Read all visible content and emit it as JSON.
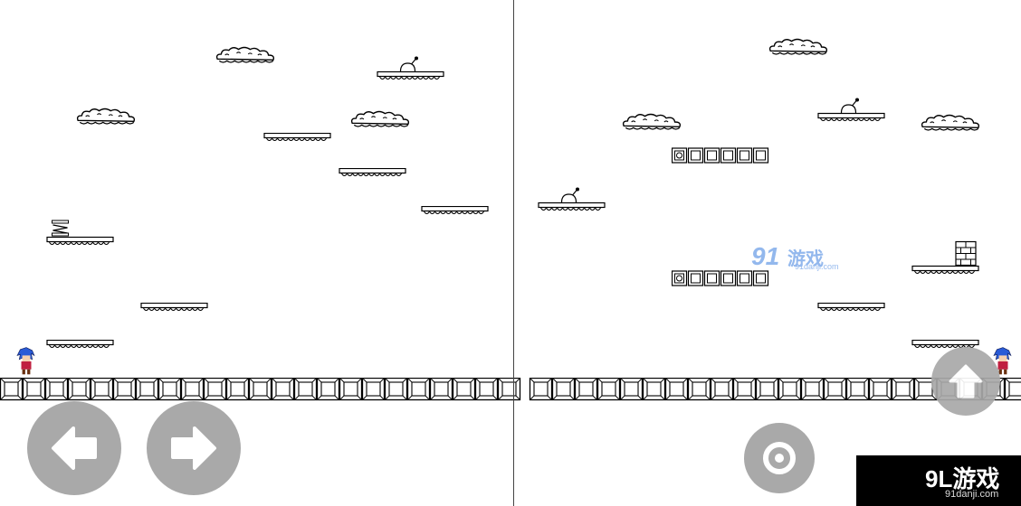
{
  "watermark": {
    "logo": "91",
    "name": "游戏",
    "url": "91danji.com"
  },
  "corner_watermark": {
    "logo": "9L游戏",
    "url": "91danji.com"
  },
  "controls": {
    "left_icon": "arrow-left-icon",
    "right_icon": "arrow-right-icon",
    "action_icon": "ring-target-icon",
    "jump_icon": "arrow-up-icon"
  },
  "colors": {
    "control_bg": "#a9a9a9",
    "control_icon": "#ffffff",
    "line": "#000000",
    "player_hair": "#2a5bd7",
    "player_body": "#c02040"
  }
}
